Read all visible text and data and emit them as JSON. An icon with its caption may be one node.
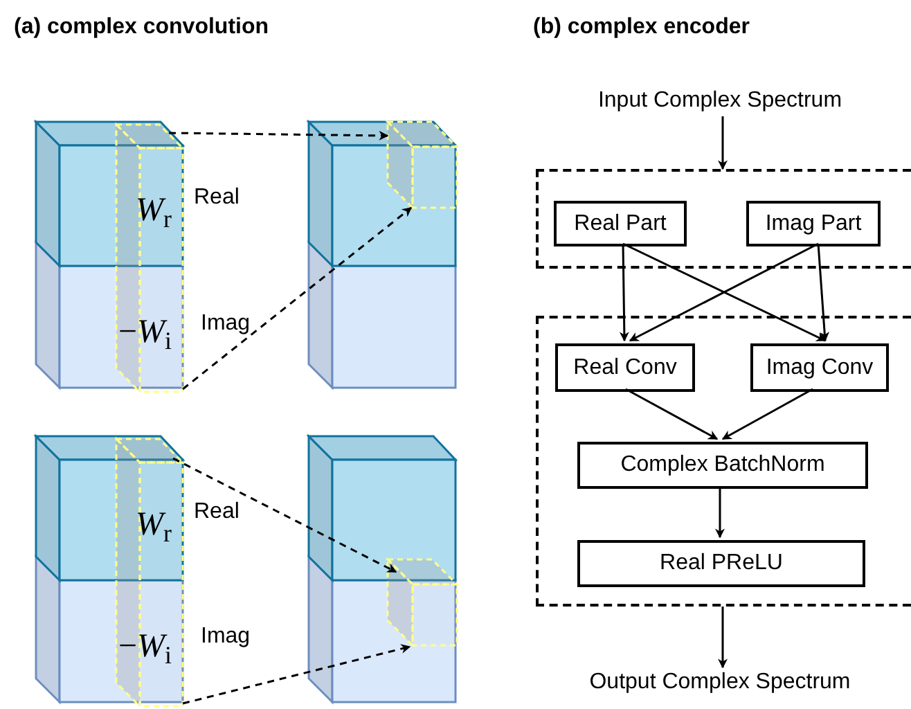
{
  "diagram": {
    "nodes": [
      {
        "text": [
          "Input Complex Spectrum"
        ]
      },
      {
        "text": [],
        "shape": "box"
      },
      {
        "text": [
          "Real Part"
        ],
        "in": 1
      },
      {
        "text": [
          "Imag Part"
        ],
        "in": 1
      },
      {
        "text": [],
        "shape": "box"
      },
      {
        "text": [
          "Real Conv"
        ],
        "in": 4
      },
      {
        "text": [
          "Imag Conv"
        ],
        "in": 4
      },
      {
        "text": [
          "Complex BatchNorm"
        ],
        "in": 4
      },
      {
        "text": [
          "Real PReLU"
        ],
        "in": 4
      },
      {
        "text": [
          "Output Complex Spectrum"
        ]
      },
      {
        "text": [
          "*W*$_{r}$",
          "−*W*$_{i}$"
        ]
      },
      {
        "text": [],
        "shape": "cube"
      },
      {
        "text": [
          "*W*$_{r}$",
          "−*W*$_{i}$"
        ]
      },
      {
        "text": [],
        "shape": "cube"
      }
    ],
    "edges": [
      {
        "from": 0,
        "to": 1,
        "arrow": "to"
      },
      {
        "from": 2,
        "to": 5,
        "arrow": "to"
      },
      {
        "from": 2,
        "to": 6,
        "arrow": "to"
      },
      {
        "from": 3,
        "to": 5,
        "arrow": "to"
      },
      {
        "from": 3,
        "to": 6,
        "arrow": "to"
      },
      {
        "from": 5,
        "to": 7,
        "arrow": "to"
      },
      {
        "from": 6,
        "to": 7,
        "arrow": "to"
      },
      {
        "from": 7,
        "to": 8,
        "arrow": "to"
      },
      {
        "from": 4,
        "to": 9,
        "arrow": "to"
      },
      {
        "from": 10,
        "to": 11,
        "arrow": "to",
        "style": "dashed"
      },
      {
        "from": 10,
        "to": 11,
        "arrow": "to",
        "style": "dashed"
      },
      {
        "from": 12,
        "to": 13,
        "arrow": "to",
        "style": "dashed"
      },
      {
        "from": 12,
        "to": 13,
        "arrow": "to",
        "style": "dashed"
      }
    ],
    "labels": [
      "(a) complex convolution",
      "(b) complex encoder",
      "Real",
      "Imag",
      "Real",
      "Imag"
    ]
  }
}
